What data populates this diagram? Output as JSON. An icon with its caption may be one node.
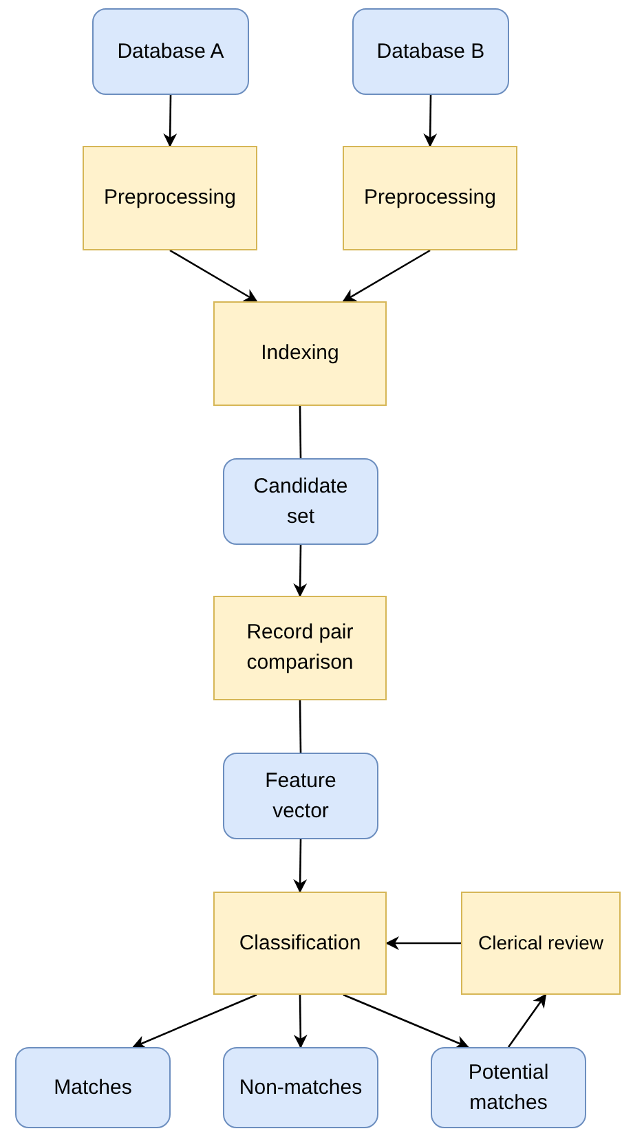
{
  "diagram": {
    "nodes": [
      {
        "text": [
          "Database A"
        ]
      },
      {
        "text": [
          "Database B"
        ]
      },
      {
        "text": [
          "Preprocessing"
        ]
      },
      {
        "text": [
          "Preprocessing"
        ]
      },
      {
        "text": [
          "Indexing"
        ]
      },
      {
        "text": [
          "Candidate set"
        ]
      },
      {
        "text": [
          "Record pair comparison"
        ]
      },
      {
        "text": [
          "Feature vector"
        ]
      },
      {
        "text": [
          "Classification"
        ]
      },
      {
        "text": [
          "Clerical review"
        ]
      },
      {
        "text": [
          "Matches"
        ]
      },
      {
        "text": [
          "Non-matches"
        ]
      },
      {
        "text": [
          "Potential matches"
        ]
      }
    ],
    "edges": [
      {
        "from": 0,
        "to": 2,
        "arrow": "to"
      },
      {
        "from": 1,
        "to": 3,
        "arrow": "to"
      },
      {
        "from": 2,
        "to": 4,
        "arrow": "to"
      },
      {
        "from": 3,
        "to": 4,
        "arrow": "to"
      },
      {
        "from": 4,
        "to": 5,
        "arrow": "none"
      },
      {
        "from": 5,
        "to": 6,
        "arrow": "to"
      },
      {
        "from": 6,
        "to": 7,
        "arrow": "none"
      },
      {
        "from": 7,
        "to": 8,
        "arrow": "to"
      },
      {
        "from": 9,
        "to": 8,
        "arrow": "to"
      },
      {
        "from": 8,
        "to": 10,
        "arrow": "to"
      },
      {
        "from": 8,
        "to": 11,
        "arrow": "to"
      },
      {
        "from": 8,
        "to": 12,
        "arrow": "to"
      },
      {
        "from": 12,
        "to": 9,
        "arrow": "to"
      }
    ]
  }
}
